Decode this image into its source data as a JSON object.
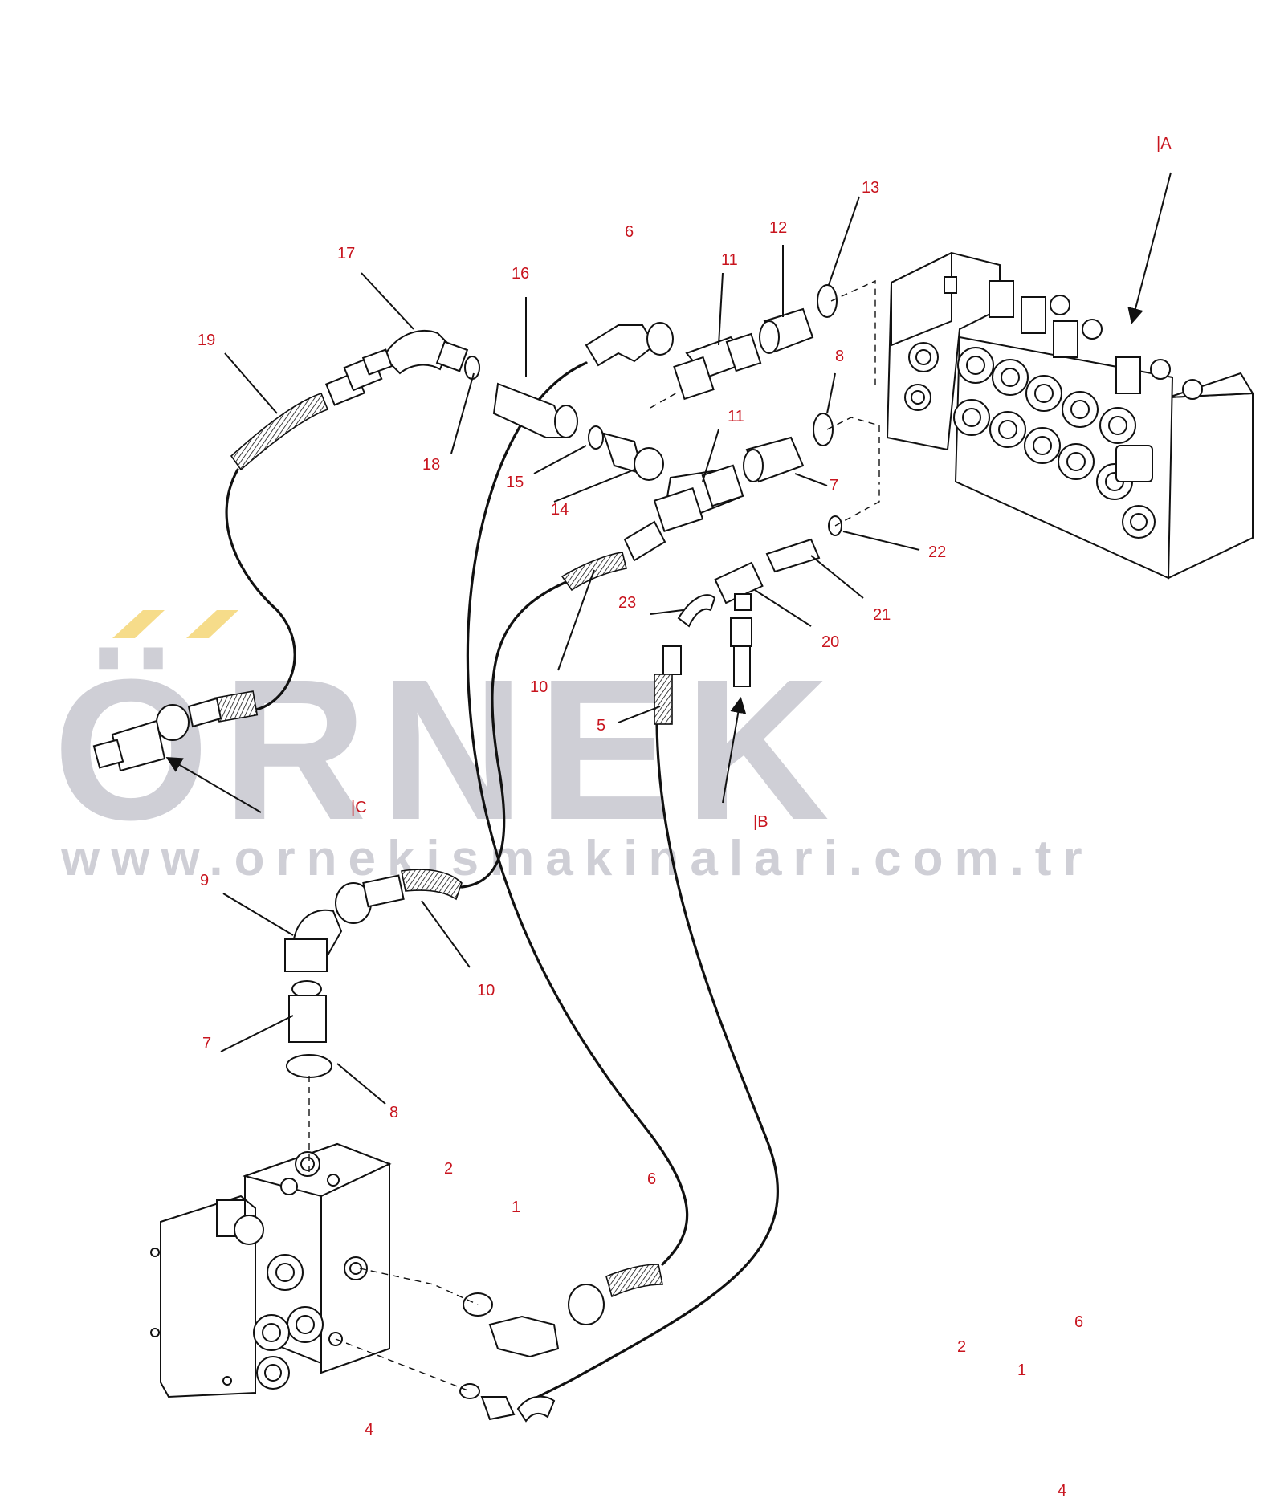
{
  "watermark": {
    "brand": "ÖRNEK",
    "url": "www.ornekismakinalari.com.tr",
    "accent_color": "#f6dc8a",
    "text_color": "#cfcfd6"
  },
  "views": {
    "A": "|A",
    "B": "|B",
    "C": "|C"
  },
  "callouts": {
    "c1": "1",
    "c2": "2",
    "c4": "4",
    "c5": "5",
    "c6": "6",
    "c7": "7",
    "c8": "8",
    "c9": "9",
    "c10": "10",
    "c11": "11",
    "c12": "12",
    "c13": "13",
    "c14": "14",
    "c15": "15",
    "c16": "16",
    "c17": "17",
    "c18": "18",
    "c19": "19",
    "c20": "20",
    "c21": "21",
    "c22": "22",
    "c23": "23"
  },
  "legend_refs": {
    "r6": "6",
    "r2": "2",
    "r1": "1",
    "r4": "4"
  },
  "colors": {
    "callout": "#c8141e",
    "line": "#111111"
  }
}
